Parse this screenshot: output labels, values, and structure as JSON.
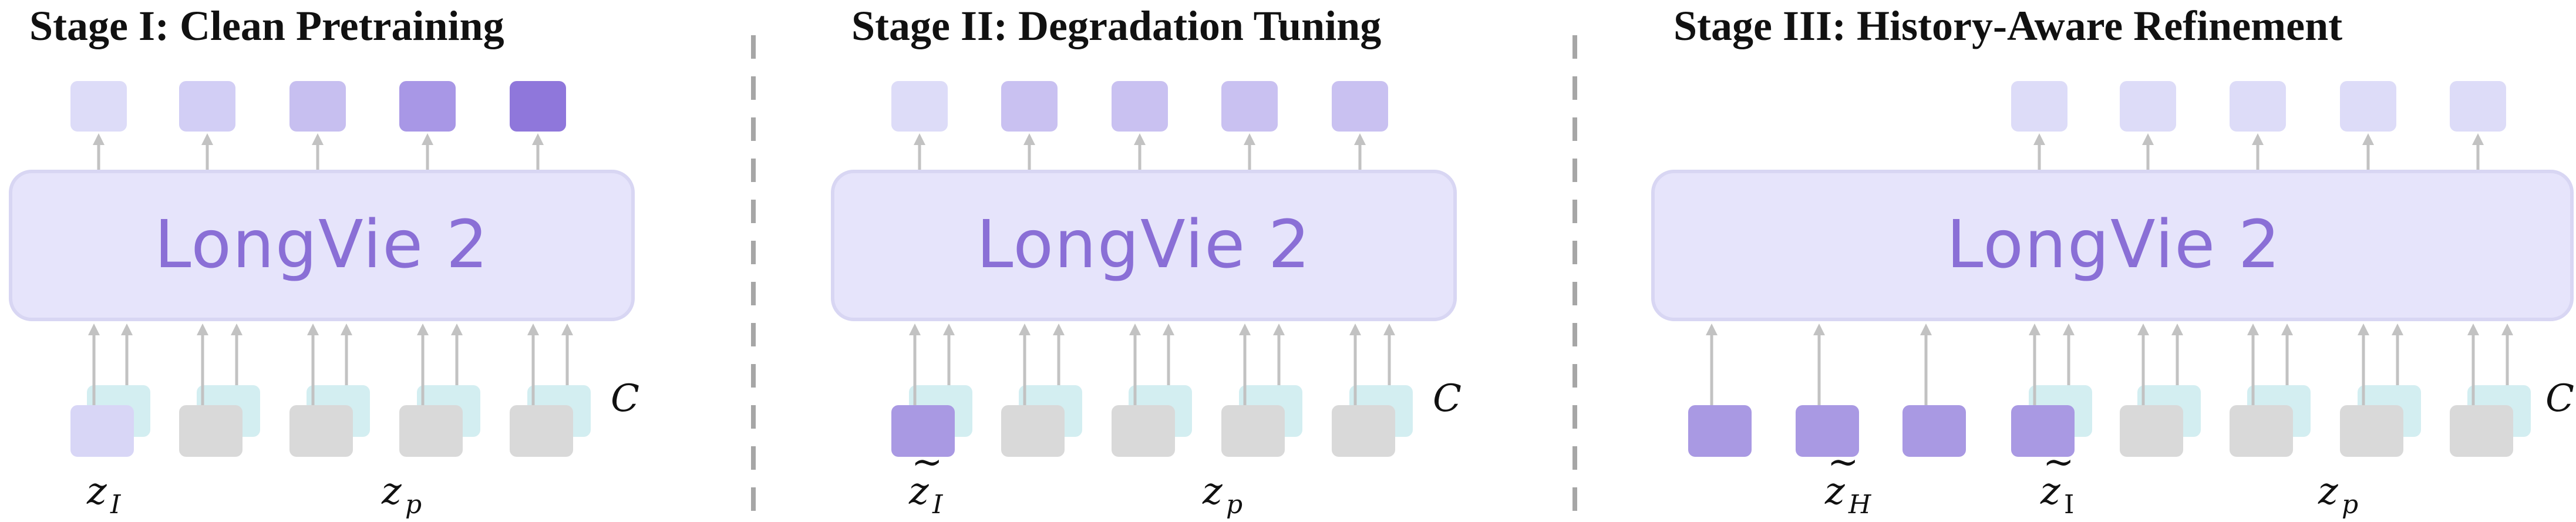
{
  "stages": [
    {
      "title": "Stage I: Clean Pretraining",
      "model_label": "LongVie 2",
      "cond_label": "C",
      "outputs": [
        "#dddcf8",
        "#d2cef5",
        "#c7bff0",
        "#a897e6",
        "#8f77db"
      ],
      "cond_count": 5,
      "inputs": [
        "#d8d6f6",
        "#d9d9d9",
        "#d9d9d9",
        "#d9d9d9",
        "#d9d9d9"
      ],
      "labels": [
        {
          "base": "z",
          "sub": "I",
          "tilde": false,
          "sub_upright": false
        },
        {
          "base": "z",
          "sub": "p",
          "tilde": false,
          "sub_upright": false
        }
      ]
    },
    {
      "title": "Stage II: Degradation Tuning",
      "model_label": "LongVie 2",
      "cond_label": "C",
      "outputs": [
        "#dddcf8",
        "#c9c1f1",
        "#c9c1f1",
        "#c9c1f1",
        "#c9c1f1"
      ],
      "cond_count": 5,
      "inputs": [
        "#a999e3",
        "#d9d9d9",
        "#d9d9d9",
        "#d9d9d9",
        "#d9d9d9"
      ],
      "labels": [
        {
          "base": "z",
          "sub": "I",
          "tilde": true,
          "sub_upright": false
        },
        {
          "base": "z",
          "sub": "p",
          "tilde": false,
          "sub_upright": false
        }
      ]
    },
    {
      "title": "Stage III: History-Aware Refinement",
      "model_label": "LongVie 2",
      "cond_label": "C",
      "outputs": [
        "#dddcf8",
        "#dddcf8",
        "#dddcf8",
        "#dddcf8",
        "#dddcf8"
      ],
      "cond_count": 5,
      "inputs": [
        "#a999e3",
        "#a999e3",
        "#a999e3",
        "#a999e3",
        "#d9d9d9",
        "#d9d9d9",
        "#d9d9d9",
        "#d9d9d9"
      ],
      "labels": [
        {
          "base": "z",
          "sub": "H",
          "tilde": true,
          "sub_upright": false
        },
        {
          "base": "z",
          "sub": "I",
          "tilde": true,
          "sub_upright": true
        },
        {
          "base": "z",
          "sub": "p",
          "tilde": false,
          "sub_upright": false
        }
      ]
    }
  ],
  "colors": {
    "model_fill": "#e6e4fb",
    "model_stroke": "#d8d6f3",
    "model_text": "#8a6fd6",
    "cond_fill": "#d3eef1",
    "arrow": "#c2c2c2",
    "divider": "#a6a6a6"
  }
}
